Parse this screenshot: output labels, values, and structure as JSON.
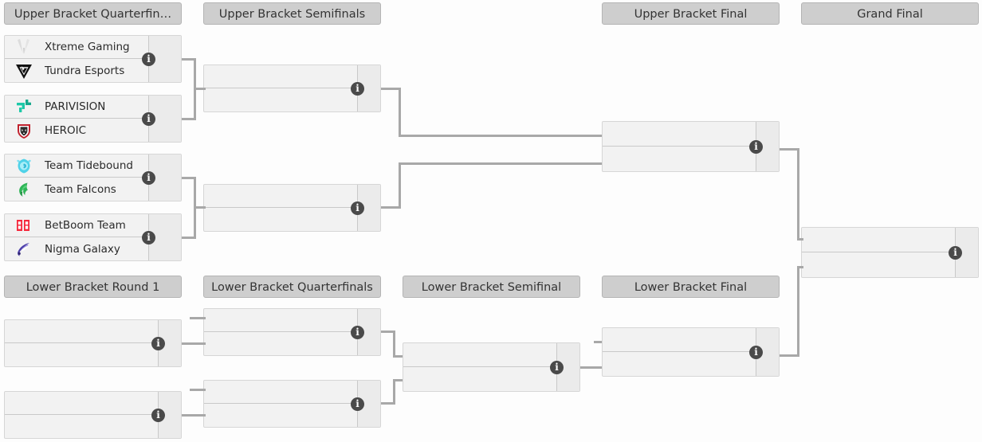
{
  "headers": [
    {
      "id": "ub-quarterfinals",
      "label": "Upper Bracket Quarterfin…"
    },
    {
      "id": "ub-semifinals",
      "label": "Upper Bracket Semifinals"
    },
    {
      "id": "ub-final",
      "label": "Upper Bracket Final"
    },
    {
      "id": "grand-final",
      "label": "Grand Final"
    },
    {
      "id": "lb-round-1",
      "label": "Lower Bracket Round 1"
    },
    {
      "id": "lb-quarterfinals",
      "label": "Lower Bracket Quarterfinals"
    },
    {
      "id": "lb-semifinal",
      "label": "Lower Bracket Semifinal"
    },
    {
      "id": "lb-final",
      "label": "Lower Bracket Final"
    }
  ],
  "matches": {
    "ubqf1": {
      "top": {
        "team": "Xtreme Gaming",
        "score": "",
        "logo": "xtreme-gaming-logo"
      },
      "bottom": {
        "team": "Tundra Esports",
        "score": "",
        "logo": "tundra-esports-logo"
      },
      "info": "i"
    },
    "ubqf2": {
      "top": {
        "team": "PARIVISION",
        "score": "",
        "logo": "parivision-logo"
      },
      "bottom": {
        "team": "HEROIC",
        "score": "",
        "logo": "heroic-logo"
      },
      "info": "i"
    },
    "ubqf3": {
      "top": {
        "team": "Team Tidebound",
        "score": "",
        "logo": "team-tidebound-logo"
      },
      "bottom": {
        "team": "Team Falcons",
        "score": "",
        "logo": "team-falcons-logo"
      },
      "info": "i"
    },
    "ubqf4": {
      "top": {
        "team": "BetBoom Team",
        "score": "",
        "logo": "betboom-team-logo"
      },
      "bottom": {
        "team": "Nigma Galaxy",
        "score": "",
        "logo": "nigma-galaxy-logo"
      },
      "info": "i"
    },
    "ubsf1": {
      "top": {
        "team": "",
        "score": "",
        "logo": ""
      },
      "bottom": {
        "team": "",
        "score": "",
        "logo": ""
      },
      "info": "i"
    },
    "ubsf2": {
      "top": {
        "team": "",
        "score": "",
        "logo": ""
      },
      "bottom": {
        "team": "",
        "score": "",
        "logo": ""
      },
      "info": "i"
    },
    "ubf": {
      "top": {
        "team": "",
        "score": "",
        "logo": ""
      },
      "bottom": {
        "team": "",
        "score": "",
        "logo": ""
      },
      "info": "i"
    },
    "gf": {
      "top": {
        "team": "",
        "score": "",
        "logo": ""
      },
      "bottom": {
        "team": "",
        "score": "",
        "logo": ""
      },
      "info": "i"
    },
    "lbr1a": {
      "top": {
        "team": "",
        "score": "",
        "logo": ""
      },
      "bottom": {
        "team": "",
        "score": "",
        "logo": ""
      },
      "info": "i"
    },
    "lbr1b": {
      "top": {
        "team": "",
        "score": "",
        "logo": ""
      },
      "bottom": {
        "team": "",
        "score": "",
        "logo": ""
      },
      "info": "i"
    },
    "lbqf1": {
      "top": {
        "team": "",
        "score": "",
        "logo": ""
      },
      "bottom": {
        "team": "",
        "score": "",
        "logo": ""
      },
      "info": "i"
    },
    "lbqf2": {
      "top": {
        "team": "",
        "score": "",
        "logo": ""
      },
      "bottom": {
        "team": "",
        "score": "",
        "logo": ""
      },
      "info": "i"
    },
    "lbsf": {
      "top": {
        "team": "",
        "score": "",
        "logo": ""
      },
      "bottom": {
        "team": "",
        "score": "",
        "logo": ""
      },
      "info": "i"
    },
    "lbf": {
      "top": {
        "team": "",
        "score": "",
        "logo": ""
      },
      "bottom": {
        "team": "",
        "score": "",
        "logo": ""
      },
      "info": "i"
    }
  },
  "colors": {
    "header_bg": "#cecece",
    "header_border": "#b4b4b4",
    "match_bg": "#f2f2f2",
    "match_border": "#d6d6d6",
    "score_col_bg": "#ebebeb",
    "connector": "#a8a8a8",
    "info_badge": "#4a4a4a",
    "page_bg": "#fdfdfd",
    "parivision": "#1ec9a8",
    "heroic": "#c0222e",
    "tidebound": "#4fd2e8",
    "falcons": "#2fb457",
    "betboom": "#f5283c",
    "nigma": "#4b3ea8",
    "tundra": "#111111",
    "xtreme": "#d9d9d9"
  }
}
